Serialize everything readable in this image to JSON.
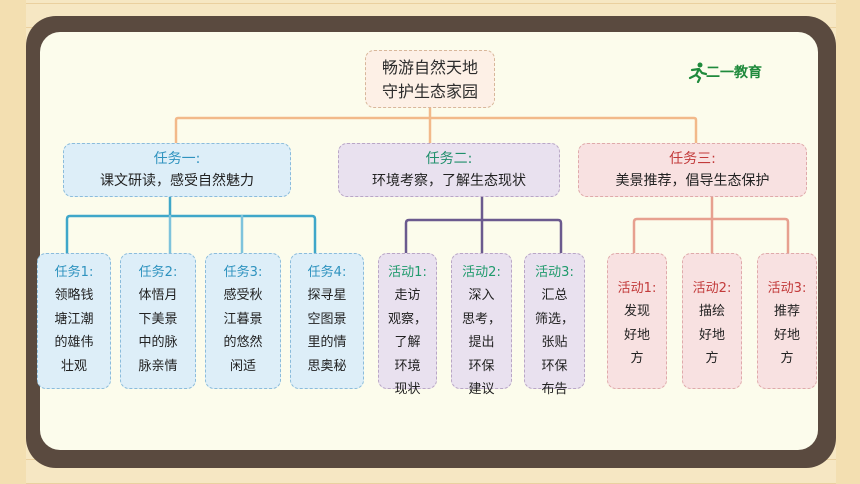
{
  "root": {
    "line1": "畅游自然天地",
    "line2": "守护生态家园"
  },
  "logo": {
    "text": "二一教育"
  },
  "tasks": [
    {
      "title": "任务一:",
      "desc": "课文研读，感受自然魅力"
    },
    {
      "title": "任务二:",
      "desc": "环境考察，了解生态现状"
    },
    {
      "title": "任务三:",
      "desc": "美景推荐，倡导生态保护"
    }
  ],
  "leaves": [
    {
      "title": "任务1:",
      "lines": [
        "领略钱",
        "塘江潮",
        "的雄伟",
        "壮观"
      ]
    },
    {
      "title": "任务2:",
      "lines": [
        "体悟月",
        "下美景",
        "中的脉",
        "脉亲情"
      ]
    },
    {
      "title": "任务3:",
      "lines": [
        "感受秋",
        "江暮景",
        "的悠然",
        "闲适"
      ]
    },
    {
      "title": "任务4:",
      "lines": [
        "探寻星",
        "空图景",
        "里的情",
        "思奥秘"
      ]
    },
    {
      "title": "活动1:",
      "lines": [
        "走访",
        "观察，",
        "了解",
        "环境",
        "现状"
      ]
    },
    {
      "title": "活动2:",
      "lines": [
        "深入",
        "思考，",
        "提出",
        "环保",
        "建议"
      ]
    },
    {
      "title": "活动3:",
      "lines": [
        "汇总",
        "筛选，",
        "张贴",
        "环保",
        "布告"
      ]
    },
    {
      "title": "活动1:",
      "lines": [
        "发现",
        "好地",
        "方"
      ]
    },
    {
      "title": "活动2:",
      "lines": [
        "描绘",
        "好地",
        "方"
      ]
    },
    {
      "title": "活动3:",
      "lines": [
        "推荐",
        "好地",
        "方"
      ]
    }
  ],
  "colors": {
    "connector_orange": "#f2b98a",
    "connector_blue": "#3fa7c9",
    "connector_purple": "#6b5a8e",
    "connector_pink": "#e7a08f",
    "board": "#5a4a3f",
    "logo_green": "#1f8a3c"
  }
}
